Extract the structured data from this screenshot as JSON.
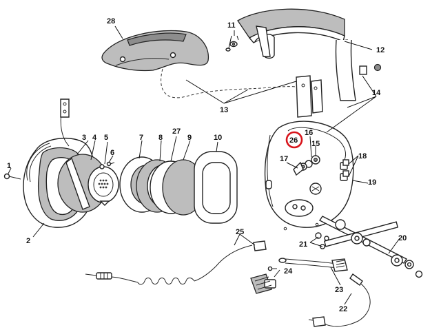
{
  "diagram": {
    "highlight_color": "#d8141b",
    "callouts": {
      "c1": "1",
      "c2": "2",
      "c3": "3",
      "c4": "4",
      "c5": "5",
      "c6": "6",
      "c7": "7",
      "c8": "8",
      "c9": "9",
      "c10": "10",
      "c11": "11",
      "c12": "12",
      "c13": "13",
      "c14": "14",
      "c15": "15",
      "c16": "16",
      "c17": "17",
      "c18": "18",
      "c19": "19",
      "c20": "20",
      "c21": "21",
      "c22": "22",
      "c23": "23",
      "c24": "24",
      "c25": "25",
      "c26": "26",
      "c27": "27",
      "c28": "28"
    },
    "highlighted_callout": "26"
  }
}
